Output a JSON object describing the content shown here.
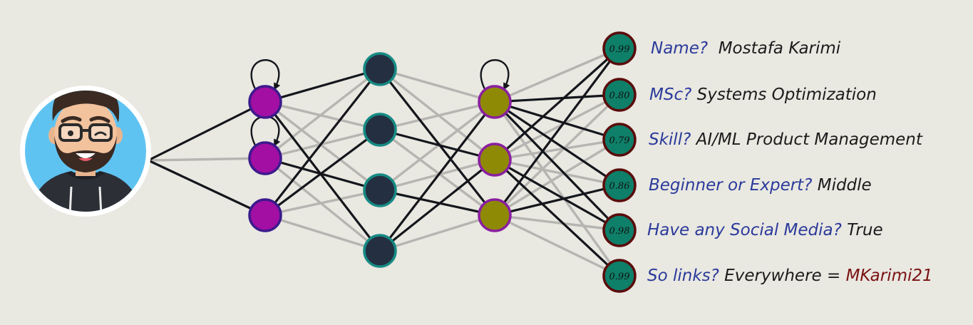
{
  "colors": {
    "background": "#e9e8e1",
    "input_node_fill": "#a30ea3",
    "input_node_stroke": "#3b1a8c",
    "hidden_node_fill": "#243042",
    "hidden_node_stroke": "#168a83",
    "mid_node_fill": "#8f8a05",
    "mid_node_stroke": "#8a1fa0",
    "output_node_fill": "#0e7f68",
    "output_node_stroke": "#5a0b0b",
    "strong_edge": "#14161c",
    "weak_edge": "#b7b5b1",
    "question_text": "#2b3a9a",
    "answer_text": "#1b1b1b",
    "highlight_text": "#7a1212"
  },
  "avatar": {
    "icon": "bearded-man-winking-avatar-icon"
  },
  "outputs": [
    {
      "value": "0.99",
      "question": "Name?",
      "answer": "Mostafa Karimi"
    },
    {
      "value": "0.80",
      "question": "MSc?",
      "answer": "Systems Optimization"
    },
    {
      "value": "0.79",
      "question": "Skill?",
      "answer": "AI/ML Product Management"
    },
    {
      "value": "0.86",
      "question": "Beginner or Expert?",
      "answer": "Middle"
    },
    {
      "value": "0.98",
      "question": "Have any Social Media?",
      "answer": "True"
    },
    {
      "value": "0.99",
      "question": "So links?",
      "answer": "Everywhere =",
      "highlight": "MKarimi21"
    }
  ]
}
